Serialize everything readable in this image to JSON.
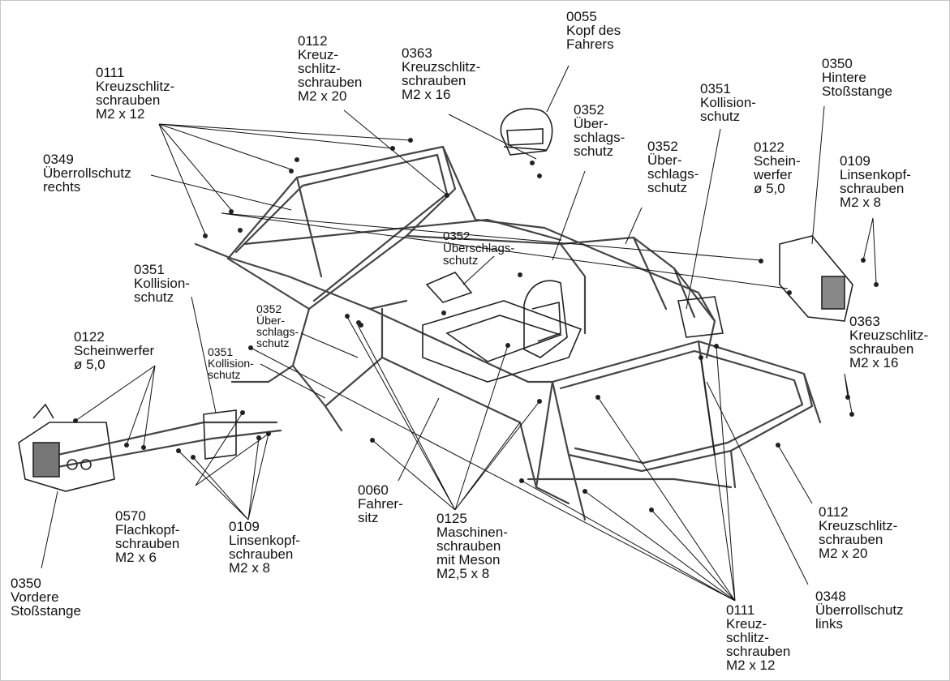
{
  "colors": {
    "line": "#222222",
    "frame": "#444444",
    "text": "#111111"
  },
  "callouts": {
    "c0055": [
      "0055",
      "Kopf des",
      "Fahrers"
    ],
    "c0112_top": [
      "0112",
      "Kreuz-",
      "schlitz-",
      "schrauben",
      "M2 x 20"
    ],
    "c0363_top": [
      "0363",
      "Kreuzschlitz-",
      "schrauben",
      "M2 x 16"
    ],
    "c0111_top": [
      "0111",
      "Kreuzschlitz-",
      "schrauben",
      "M2 x 12"
    ],
    "c0350_rear": [
      "0350",
      "Hintere",
      "Stoßstange"
    ],
    "c0351_top": [
      "0351",
      "Kollision-",
      "schutz"
    ],
    "c0352_a": [
      "0352",
      "Über-",
      "schlags-",
      "schutz"
    ],
    "c0352_b": [
      "0352",
      "Über-",
      "schlags-",
      "schutz"
    ],
    "c0122_right": [
      "0122",
      "Schein-",
      "werfer",
      "ø 5,0"
    ],
    "c0109_right": [
      "0109",
      "Linsenkopf-",
      "schrauben",
      "M2 x 8"
    ],
    "c0349": [
      "0349",
      "Überrollschutz",
      "rechts"
    ],
    "c0352_c": [
      "0352",
      "Überschlags-",
      "schutz"
    ],
    "c0351_left": [
      "0351",
      "Kollision-",
      "schutz"
    ],
    "c0352_d": [
      "0352",
      "Über-",
      "schlags-",
      "schutz"
    ],
    "c0351_small": [
      "0351",
      "Kollision-",
      "schutz"
    ],
    "c0122_left": [
      "0122",
      "Scheinwerfer",
      "ø 5,0"
    ],
    "c0363_right": [
      "0363",
      "Kreuzschlitz-",
      "schrauben",
      "M2 x 16"
    ],
    "c0060": [
      "0060",
      "Fahrer-",
      "sitz"
    ],
    "c0125": [
      "0125",
      "Maschinen-",
      "schrauben",
      "mit Meson",
      "M2,5 x 8"
    ],
    "c0570": [
      "0570",
      "Flachkopf-",
      "schrauben",
      "M2 x 6"
    ],
    "c0109_bottom": [
      "0109",
      "Linsenkopf-",
      "schrauben",
      "M2 x 8"
    ],
    "c0112_right": [
      "0112",
      "Kreuzschlitz-",
      "schrauben",
      "M2 x 20"
    ],
    "c0350_front": [
      "0350",
      "Vordere",
      "Stoßstange"
    ],
    "c0348": [
      "0348",
      "Überrollschutz",
      "links"
    ],
    "c0111_bottom": [
      "0111",
      "Kreuz-",
      "schlitz-",
      "schrauben",
      "M2 x 12"
    ]
  }
}
